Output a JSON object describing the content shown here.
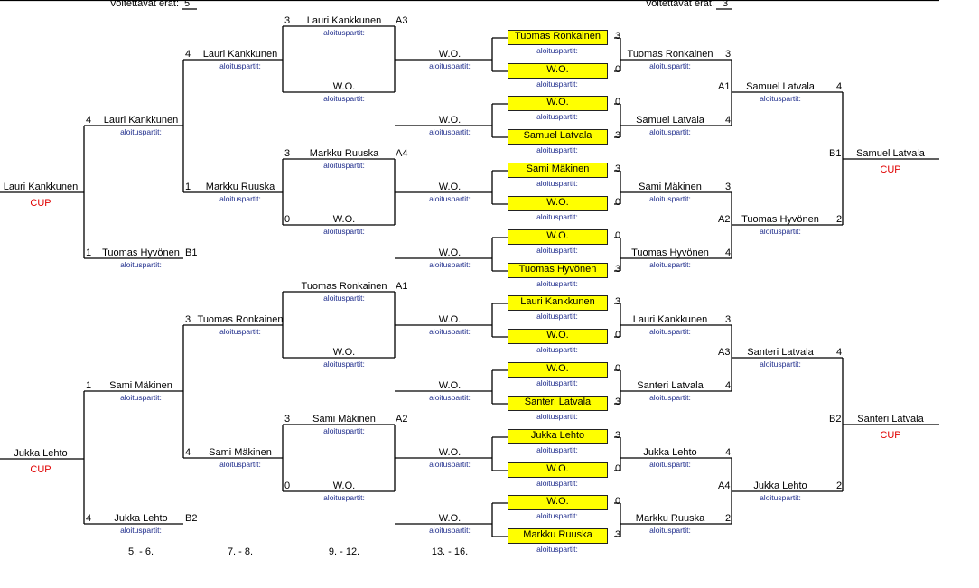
{
  "header": {
    "left_label": "Voitettavat erät:",
    "left_value": "5",
    "right_label": "Voitettavat erät:",
    "right_value": "3"
  },
  "sub_label": "aloituspartit:",
  "cup_label": "CUP",
  "footer": [
    "5. - 6.",
    "7. - 8.",
    "9. - 12.",
    "13. - 16."
  ],
  "col1": [
    {
      "name": "Lauri Kankkunen",
      "has_sub": false,
      "cup": true
    },
    {
      "name": "Jukka Lehto",
      "has_sub": false,
      "cup": true
    }
  ],
  "col2": [
    {
      "name": "Lauri Kankkunen",
      "score": "4"
    },
    {
      "name": "Tuomas Hyvönen",
      "score": "1",
      "tag": "B1"
    },
    {
      "name": "Sami Mäkinen",
      "score": "1"
    },
    {
      "name": "Jukka Lehto",
      "score": "4",
      "tag": "B2"
    }
  ],
  "col3": [
    {
      "name": "Lauri Kankkunen",
      "score": "4"
    },
    {
      "name": "Markku Ruuska",
      "score": "1"
    },
    {
      "name": "Tuomas Ronkainen",
      "score": "3"
    },
    {
      "name": "Sami Mäkinen",
      "score": "4"
    }
  ],
  "col4": [
    {
      "name": "Lauri Kankkunen",
      "score": "3",
      "tag": "A3"
    },
    {
      "name": "W.O.",
      "score": ""
    },
    {
      "name": "Markku Ruuska",
      "score": "3",
      "tag": "A4"
    },
    {
      "name": "W.O.",
      "score": "0"
    },
    {
      "name": "Tuomas Ronkainen",
      "score": "",
      "tag": "A1"
    },
    {
      "name": "W.O.",
      "score": ""
    },
    {
      "name": "Sami Mäkinen",
      "score": "3",
      "tag": "A2"
    },
    {
      "name": "W.O.",
      "score": "0"
    }
  ],
  "col5": [
    "W.O.",
    "W.O.",
    "W.O.",
    "W.O.",
    "W.O.",
    "W.O.",
    "W.O.",
    "W.O."
  ],
  "boxes": [
    {
      "name": "Tuomas Ronkainen",
      "score": "3"
    },
    {
      "name": "W.O.",
      "score": "0"
    },
    {
      "name": "W.O.",
      "score": "0"
    },
    {
      "name": "Samuel Latvala",
      "score": "3"
    },
    {
      "name": "Sami Mäkinen",
      "score": "3"
    },
    {
      "name": "W.O.",
      "score": "0"
    },
    {
      "name": "W.O.",
      "score": "0"
    },
    {
      "name": "Tuomas Hyvönen",
      "score": "3"
    },
    {
      "name": "Lauri Kankkunen",
      "score": "3"
    },
    {
      "name": "W.O.",
      "score": "0"
    },
    {
      "name": "W.O.",
      "score": "0"
    },
    {
      "name": "Santeri Latvala",
      "score": "3"
    },
    {
      "name": "Jukka Lehto",
      "score": "3"
    },
    {
      "name": "W.O.",
      "score": "0"
    },
    {
      "name": "W.O.",
      "score": "0"
    },
    {
      "name": "Markku Ruuska",
      "score": "3"
    }
  ],
  "col7": [
    {
      "name": "Tuomas Ronkainen",
      "score": "3"
    },
    {
      "name": "Samuel Latvala",
      "score": "4"
    },
    {
      "name": "Sami Mäkinen",
      "score": "3"
    },
    {
      "name": "Tuomas Hyvönen",
      "score": "4"
    },
    {
      "name": "Lauri Kankkunen",
      "score": "3"
    },
    {
      "name": "Santeri Latvala",
      "score": "4"
    },
    {
      "name": "Jukka Lehto",
      "score": "4"
    },
    {
      "name": "Markku Ruuska",
      "score": "2"
    }
  ],
  "col8": [
    {
      "name": "Samuel Latvala",
      "score": "4",
      "tag": "A1"
    },
    {
      "name": "Tuomas Hyvönen",
      "score": "2",
      "tag": "A2"
    },
    {
      "name": "Santeri Latvala",
      "score": "4",
      "tag": "A3"
    },
    {
      "name": "Jukka Lehto",
      "score": "2",
      "tag": "A4"
    }
  ],
  "col9": [
    {
      "name": "Samuel Latvala",
      "tag": "B1",
      "cup": true
    },
    {
      "name": "Santeri Latvala",
      "tag": "B2",
      "cup": true
    }
  ]
}
